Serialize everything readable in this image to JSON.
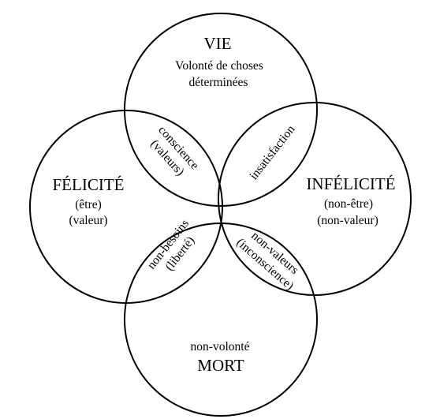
{
  "top": {
    "title": "VIE",
    "line1": "Volonté de choses",
    "line2": "déterminées"
  },
  "left": {
    "title": "FÉLICITÉ",
    "line1": "(être)",
    "line2": "(valeur)"
  },
  "right": {
    "title": "INFÉLICITÉ",
    "line1": "(non-être)",
    "line2": "(non-valeur)"
  },
  "bottom": {
    "line1": "non-volonté",
    "title": "MORT"
  },
  "overlaps": {
    "top_left": {
      "line1": "conscience",
      "line2": "(valeurs)"
    },
    "top_right": {
      "line1": "insatisfaction"
    },
    "bottom_left": {
      "line1": "non-besoins",
      "line2": "(liberté)"
    },
    "bottom_right": {
      "line1": "non-valeurs",
      "line2": "(inconscience)"
    }
  },
  "colors": {
    "stroke": "#000000",
    "background": "#ffffff"
  }
}
